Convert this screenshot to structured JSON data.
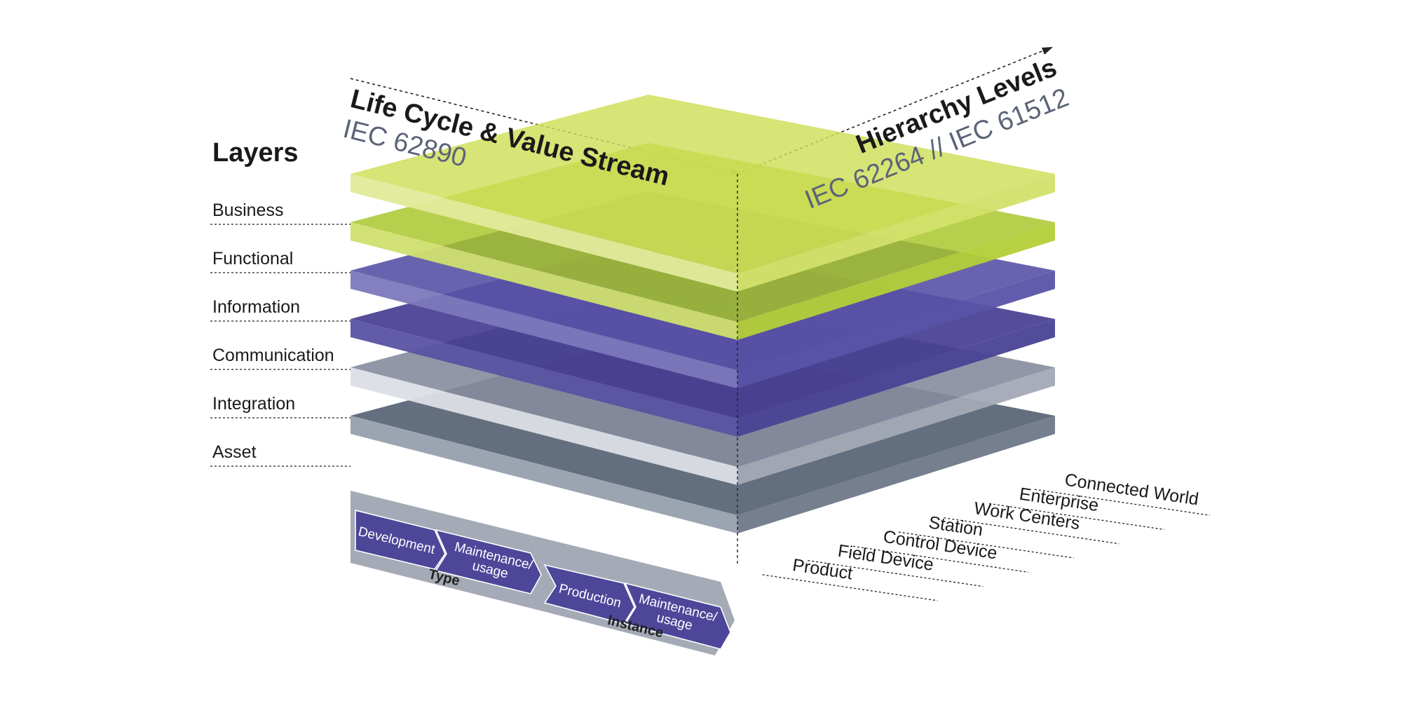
{
  "layers_title": "Layers",
  "layers": [
    {
      "name": "Business",
      "top": "#cede58",
      "left": "#e2ea9a",
      "right": "#d2e06a"
    },
    {
      "name": "Functional",
      "top": "#a6c526",
      "left": "#d0df6e",
      "right": "#b4cf38"
    },
    {
      "name": "Information",
      "top": "#5952a6",
      "left": "#7d78bc",
      "right": "#5a53a8"
    },
    {
      "name": "Communication",
      "top": "#433a8e",
      "left": "#5a52a2",
      "right": "#4a4294"
    },
    {
      "name": "Integration",
      "top": "#868c9e",
      "left": "#dcdee6",
      "right": "#a4a9b6"
    },
    {
      "name": "Asset",
      "top": "#525f70",
      "left": "#96a0ae",
      "right": "#6e7888"
    }
  ],
  "life_cycle": {
    "title": "Life Cycle & Value Stream",
    "standard": "IEC 62890"
  },
  "hierarchy": {
    "title": "Hierarchy Levels",
    "standard": "IEC 62264 // IEC 61512",
    "levels": [
      "Product",
      "Field Device",
      "Control Device",
      "Station",
      "Work Centers",
      "Enterprise",
      "Connected World"
    ]
  },
  "lifecycle_bar": {
    "groups": [
      {
        "label": "Type",
        "steps": [
          [
            "Development"
          ],
          [
            "Maintenance/",
            "usage"
          ]
        ]
      },
      {
        "label": "Instance",
        "steps": [
          [
            "Production"
          ],
          [
            "Maintenance/",
            "usage"
          ]
        ]
      }
    ]
  },
  "colors": {
    "text_dark": "#1a1a1a",
    "text_standard": "#5c6478",
    "step_fill": "#4e4699",
    "band_fill": "#a4aab6",
    "band_label": "#222222"
  }
}
